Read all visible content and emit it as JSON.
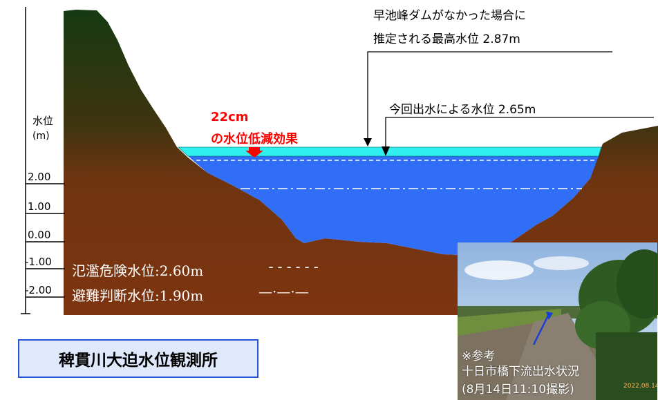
{
  "axis": {
    "label_line1": "水位",
    "label_line2": "(m)",
    "ticks": [
      "2.00",
      "1.00",
      "0.00",
      "-1.00",
      "-2.00"
    ]
  },
  "annotations": {
    "max_level_line1": "早池峰ダムがなかった場合に",
    "max_level_line2": "推定される最高水位  2.87m",
    "current_level": "今回出水による水位  2.65m",
    "reduction_line1": "22cm",
    "reduction_line2": "の水位低減効果"
  },
  "legend": {
    "flood_danger": "氾濫危険水位:2.60m",
    "flood_danger_marker": "------",
    "evacuation": "避難判断水位:1.90m",
    "evacuation_marker": "—·—·—"
  },
  "station_name": "稗貫川大迫水位観測所",
  "photo": {
    "note": "※参考",
    "caption": "十日市橋下流出水状況",
    "date_caption": "(8月14日11:10撮影)",
    "stamp": "2022.08.14"
  },
  "colors": {
    "terrain": "#7a3410",
    "forest": "#1f3a12",
    "water": "#2f6ef5",
    "peak_band": "#33f0f0",
    "highlight_red": "#ff0000",
    "box_border": "#1f56d6"
  }
}
